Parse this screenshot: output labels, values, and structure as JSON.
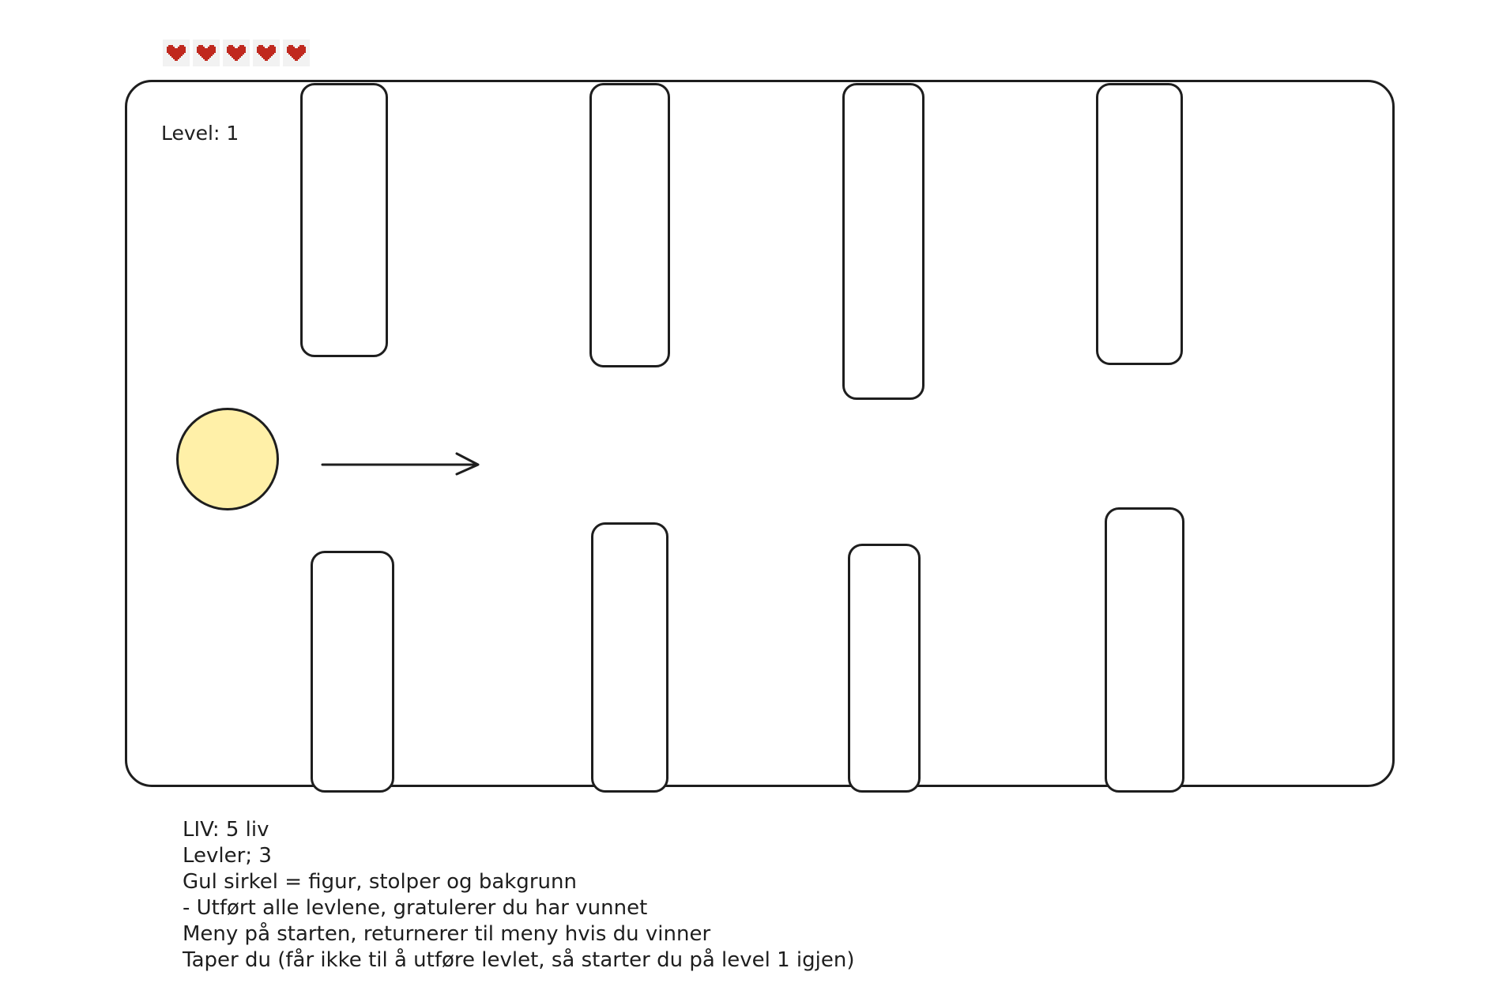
{
  "hud": {
    "hearts": [
      "heart",
      "heart",
      "heart",
      "heart",
      "heart"
    ],
    "heart_color": "#c0281e",
    "level_label": "Level: 1"
  },
  "board": {
    "player_color": "#fff0a8",
    "player_icon": "circle-figure",
    "direction_icon": "arrow-right-icon"
  },
  "notes": [
    "LIV: 5 liv",
    "Levler; 3",
    "Gul sirkel = figur, stolper og bakgrunn",
    "- Utført alle levlene, gratulerer du har vunnet",
    "Meny på starten, returnerer til meny hvis du vinner",
    "Taper du (får ikke til å utføre levlet, så starter du på level 1 igjen)"
  ]
}
